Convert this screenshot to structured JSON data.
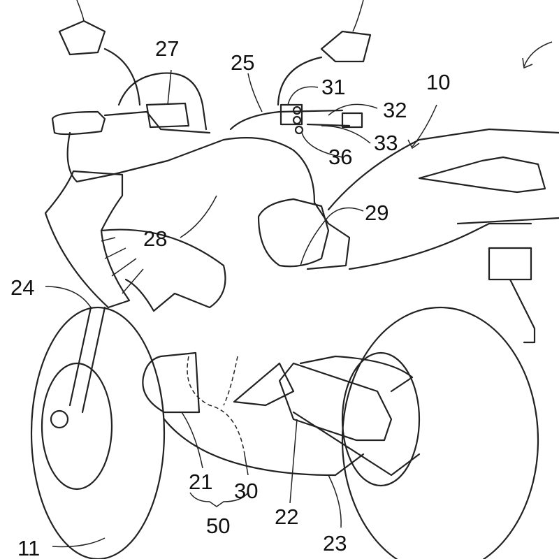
{
  "figure": {
    "labels": {
      "l27": "27",
      "l25": "25",
      "l31": "31",
      "l10": "10",
      "l32": "32",
      "l33": "33",
      "l36": "36",
      "l29": "29",
      "l28": "28",
      "l24": "24",
      "l21": "21",
      "l30": "30",
      "l50": "50",
      "l22": "22",
      "l23": "23",
      "l11": "11"
    },
    "line_color": "#222222"
  }
}
